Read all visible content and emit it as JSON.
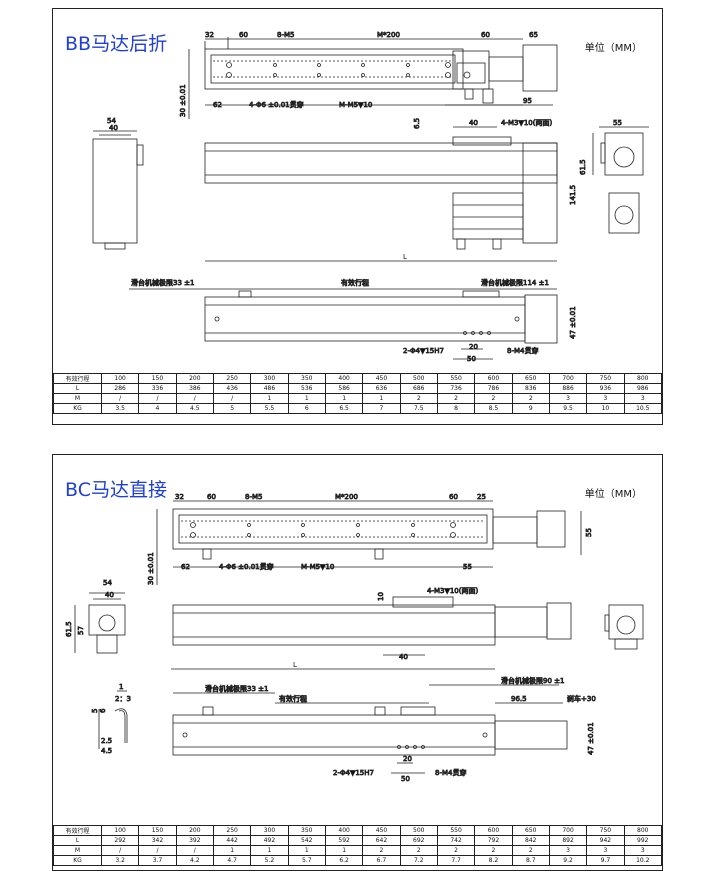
{
  "panels": [
    {
      "title": "BB马达后折",
      "unit": "单位（MM）",
      "dims": {
        "d32": "32",
        "d60a": "60",
        "m5": "8-M5",
        "mpitch": "M*200",
        "d60b": "60",
        "d65": "65",
        "d30": "30 ±0.01",
        "d62": "62",
        "hole": "4-Φ6 ±0.01贯穿",
        "mhole": "M-M5▼10",
        "d95": "95",
        "d54": "54",
        "d40": "40",
        "d65b": "6.5",
        "d40b": "40",
        "m3": "4-M3▼10(两面)",
        "d55": "55",
        "d615": "61.5",
        "d1415": "141.5",
        "L": "L",
        "limit1": "滑台机械极限33 ±1",
        "stroke": "有效行程",
        "limit2": "滑台机械极限114 ±1",
        "d47": "47 ±0.01",
        "pin": "2-Φ4▼15H7",
        "d20": "20",
        "d50": "50",
        "m4": "8-M4贯穿"
      },
      "table": {
        "rows": [
          {
            "head": "有效行程",
            "cells": [
              "100",
              "150",
              "200",
              "250",
              "300",
              "350",
              "400",
              "450",
              "500",
              "550",
              "600",
              "650",
              "700",
              "750",
              "800"
            ]
          },
          {
            "head": "L",
            "cells": [
              "286",
              "336",
              "386",
              "436",
              "486",
              "536",
              "586",
              "636",
              "686",
              "736",
              "786",
              "836",
              "886",
              "936",
              "986"
            ]
          },
          {
            "head": "M",
            "cells": [
              "/",
              "/",
              "/",
              "/",
              "1",
              "1",
              "1",
              "1",
              "2",
              "2",
              "2",
              "2",
              "3",
              "3",
              "3"
            ]
          },
          {
            "head": "KG",
            "cells": [
              "3.5",
              "4",
              "4.5",
              "5",
              "5.5",
              "6",
              "6.5",
              "7",
              "7.5",
              "8",
              "8.5",
              "9",
              "9.5",
              "10",
              "10.5"
            ]
          }
        ]
      }
    },
    {
      "title": "BC马达直接",
      "unit": "单位（MM）",
      "dims": {
        "d32": "32",
        "d60a": "60",
        "m5": "8-M5",
        "mpitch": "M*200",
        "d60b": "60",
        "d25": "25",
        "d55": "55",
        "d30": "30 ±0.01",
        "d62": "62",
        "hole": "4-Φ6 ±0.01贯穿",
        "mhole": "M-M5▼10",
        "d55b": "55",
        "d54": "54",
        "d40": "40",
        "d615": "61.5",
        "d57": "57",
        "d10": "10",
        "m3": "4-M3▼10(两面)",
        "d40b": "40",
        "L": "L",
        "ratio1": "1",
        "ratio2": "2：3",
        "limit1": "滑台机械极限33 ±1",
        "limit2": "滑台机械极限90 ±1",
        "stroke": "有效行程",
        "d965": "96.5",
        "brake": "刹车+30",
        "d47": "47 ±0.01",
        "d5": "5",
        "d6": "6",
        "d25b": "2.5",
        "d45": "4.5",
        "pin": "2-Φ4▼15H7",
        "d20": "20",
        "d50": "50",
        "m4": "8-M4贯穿"
      },
      "table": {
        "rows": [
          {
            "head": "有效行程",
            "cells": [
              "100",
              "150",
              "200",
              "250",
              "300",
              "350",
              "400",
              "450",
              "500",
              "550",
              "600",
              "650",
              "700",
              "750",
              "800"
            ]
          },
          {
            "head": "L",
            "cells": [
              "292",
              "342",
              "392",
              "442",
              "492",
              "542",
              "592",
              "642",
              "692",
              "742",
              "792",
              "842",
              "892",
              "942",
              "992"
            ]
          },
          {
            "head": "M",
            "cells": [
              "/",
              "/",
              "/",
              "1",
              "1",
              "1",
              "1",
              "2",
              "2",
              "2",
              "2",
              "2",
              "3",
              "3",
              "3"
            ]
          },
          {
            "head": "KG",
            "cells": [
              "3.2",
              "3.7",
              "4.2",
              "4.7",
              "5.2",
              "5.7",
              "6.2",
              "6.7",
              "7.2",
              "7.7",
              "8.2",
              "8.7",
              "9.2",
              "9.7",
              "10.2"
            ]
          }
        ]
      }
    }
  ]
}
